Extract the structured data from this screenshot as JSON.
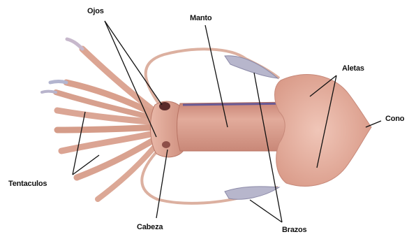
{
  "labels": {
    "ojos": "Ojos",
    "manto": "Manto",
    "aletas": "Aletas",
    "cono": "Cono",
    "tentaculos": "Tentaculos",
    "cabeza": "Cabeza",
    "brazos": "Brazos"
  },
  "colors": {
    "body": "#dba090",
    "body_dark": "#b9766a",
    "fin": "#e7b4a5",
    "tentacle": "#d9a28f",
    "stripe": "#6a5a95",
    "eye": "#5a2a2a",
    "club": "#9aa4c2",
    "line": "#111111"
  }
}
